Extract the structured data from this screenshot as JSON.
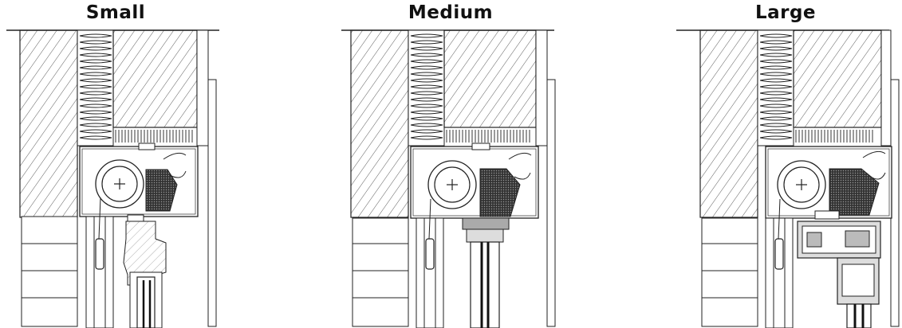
{
  "panels": [
    {
      "name": "small",
      "label": "Small"
    },
    {
      "name": "medium",
      "label": "Medium"
    },
    {
      "name": "large",
      "label": "Large"
    }
  ],
  "colors": {
    "line": "#222222",
    "hatch": "#333333",
    "fill_dark": "#555555",
    "background": "#ffffff"
  }
}
